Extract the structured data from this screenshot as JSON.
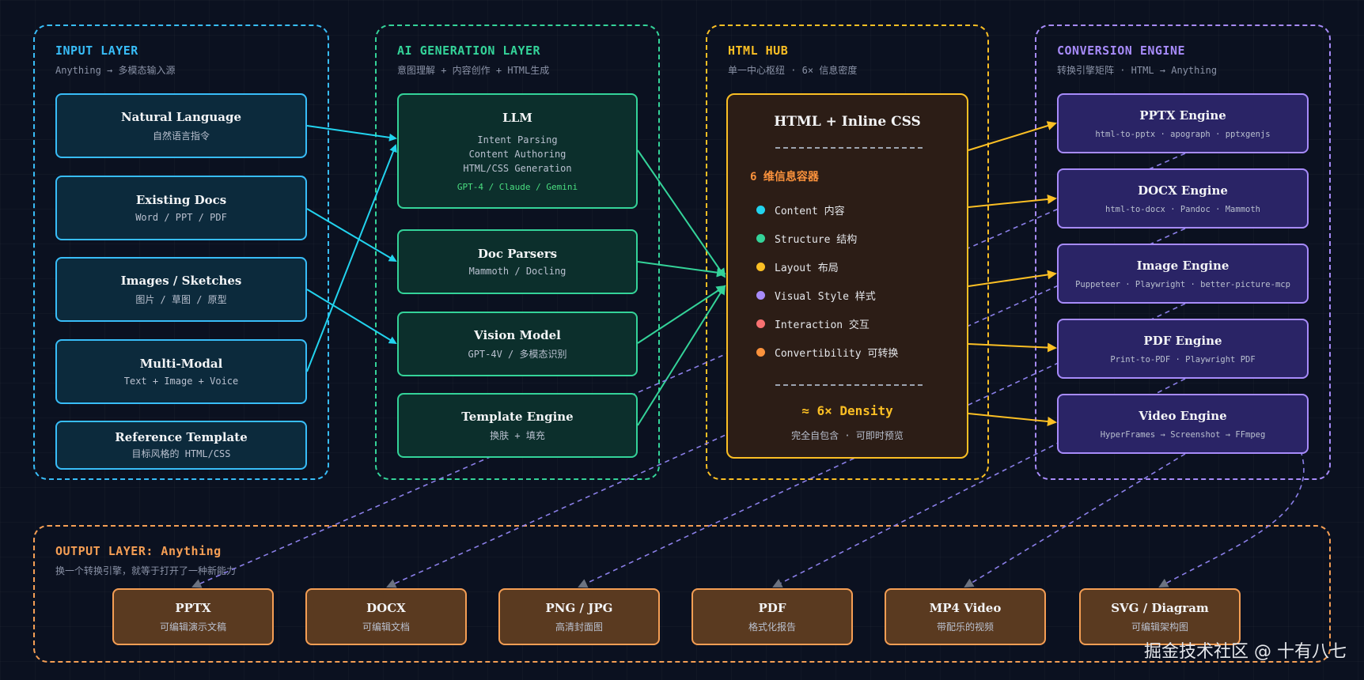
{
  "colors": {
    "input": "#38bdf8",
    "ai": "#34d399",
    "hub": "#fbbf24",
    "conversion": "#a78bfa",
    "output": "#f59e54"
  },
  "input_layer": {
    "title": "INPUT LAYER",
    "subtitle": "Anything → 多模态输入源",
    "items": [
      {
        "title": "Natural Language",
        "sub": "自然语言指令"
      },
      {
        "title": "Existing Docs",
        "sub": "Word / PPT / PDF"
      },
      {
        "title": "Images / Sketches",
        "sub": "图片 / 草图 / 原型"
      },
      {
        "title": "Multi-Modal",
        "sub": "Text + Image + Voice"
      },
      {
        "title": "Reference Template",
        "sub": "目标风格的 HTML/CSS"
      }
    ]
  },
  "ai_layer": {
    "title": "AI GENERATION LAYER",
    "subtitle": "意图理解 + 内容创作 + HTML生成",
    "llm": {
      "title": "LLM",
      "lines": [
        "Intent Parsing",
        "Content Authoring",
        "HTML/CSS Generation"
      ],
      "models": "GPT-4 / Claude / Gemini"
    },
    "items": [
      {
        "title": "Doc Parsers",
        "sub": "Mammoth / Docling"
      },
      {
        "title": "Vision Model",
        "sub": "GPT-4V / 多模态识别"
      },
      {
        "title": "Template Engine",
        "sub": "换肤 + 填充"
      }
    ]
  },
  "hub_layer": {
    "title": "HTML HUB",
    "subtitle": "单一中心枢纽 · 6× 信息密度",
    "box_title": "HTML + Inline CSS",
    "dims_caption": "6 维信息容器",
    "dims": [
      {
        "label": "Content 内容",
        "color": "#22d3ee"
      },
      {
        "label": "Structure 结构",
        "color": "#34d399"
      },
      {
        "label": "Layout 布局",
        "color": "#fbbf24"
      },
      {
        "label": "Visual Style 样式",
        "color": "#a78bfa"
      },
      {
        "label": "Interaction 交互",
        "color": "#f87171"
      },
      {
        "label": "Convertibility 可转换",
        "color": "#fb923c"
      }
    ],
    "density": "≈ 6× Density",
    "footer": "完全自包含 · 可即时预览"
  },
  "conversion_layer": {
    "title": "CONVERSION ENGINE",
    "subtitle": "转换引擎矩阵 · HTML → Anything",
    "items": [
      {
        "title": "PPTX Engine",
        "sub": "html-to-pptx · apograph · pptxgenjs"
      },
      {
        "title": "DOCX Engine",
        "sub": "html-to-docx · Pandoc · Mammoth"
      },
      {
        "title": "Image Engine",
        "sub": "Puppeteer · Playwright · better-picture-mcp"
      },
      {
        "title": "PDF Engine",
        "sub": "Print-to-PDF · Playwright PDF"
      },
      {
        "title": "Video Engine",
        "sub": "HyperFrames → Screenshot → FFmpeg"
      }
    ]
  },
  "output_layer": {
    "title": "OUTPUT LAYER: Anything",
    "subtitle": "换一个转换引擎，就等于打开了一种新能力",
    "items": [
      {
        "title": "PPTX",
        "sub": "可编辑演示文稿"
      },
      {
        "title": "DOCX",
        "sub": "可编辑文档"
      },
      {
        "title": "PNG / JPG",
        "sub": "高清封面图"
      },
      {
        "title": "PDF",
        "sub": "格式化报告"
      },
      {
        "title": "MP4 Video",
        "sub": "带配乐的视频"
      },
      {
        "title": "SVG / Diagram",
        "sub": "可编辑架构图"
      }
    ]
  },
  "watermark": "掘金技术社区 @ 十有八七"
}
